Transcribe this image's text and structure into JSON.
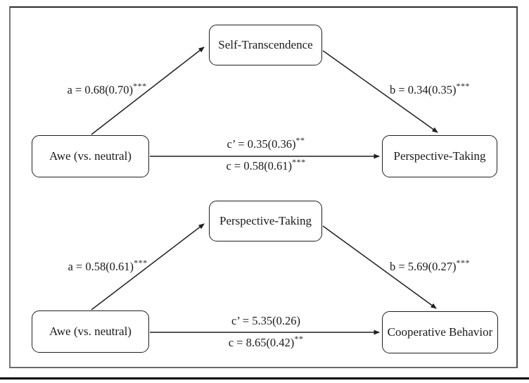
{
  "figure": {
    "type": "mediation-path-diagram",
    "colors": {
      "line": "#1f1f1f",
      "box_border": "#1f1f1f",
      "frame_border": "#4a4a4a",
      "bottom_rule": "#000000",
      "background": "#ffffff"
    },
    "models": [
      {
        "predictor": "Awe (vs. neutral)",
        "mediator": "Self-Transcendence",
        "outcome": "Perspective-Taking",
        "path_a": {
          "text": "a = 0.68(0.70)",
          "sig": "***"
        },
        "path_b": {
          "text": "b = 0.34(0.35)",
          "sig": "***"
        },
        "path_c_prime": {
          "text": "c’ = 0.35(0.36)",
          "sig": "**"
        },
        "path_c": {
          "text": "c = 0.58(0.61)",
          "sig": "***"
        }
      },
      {
        "predictor": "Awe (vs. neutral)",
        "mediator": "Perspective-Taking",
        "outcome": "Cooperative Behavior",
        "path_a": {
          "text": "a = 0.58(0.61)",
          "sig": "***"
        },
        "path_b": {
          "text": "b = 5.69(0.27)",
          "sig": "***"
        },
        "path_c_prime": {
          "text": "c’ = 5.35(0.26)",
          "sig": ""
        },
        "path_c": {
          "text": "c = 8.65(0.42)",
          "sig": "**"
        }
      }
    ]
  }
}
